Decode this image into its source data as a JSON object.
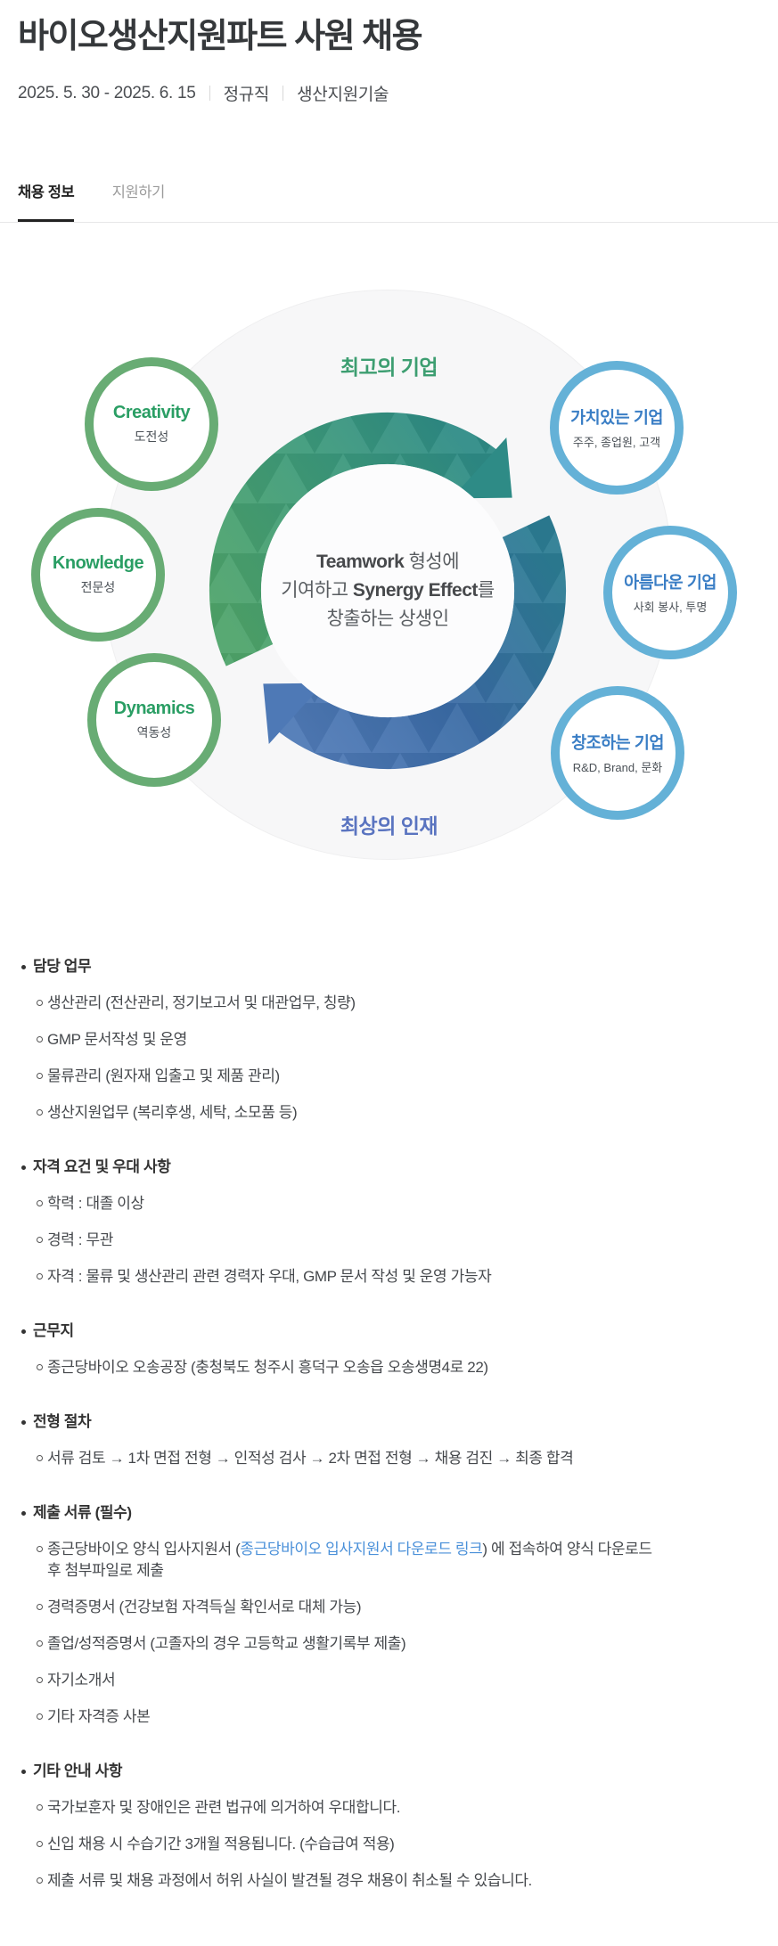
{
  "header": {
    "title": "바이오생산지원파트 사원 채용",
    "date_range": "2025. 5. 30 - 2025. 6. 15",
    "employment_type": "정규직",
    "job_category": "생산지원기술"
  },
  "tabs": [
    {
      "label": "채용 정보",
      "active": true
    },
    {
      "label": "지원하기",
      "active": false
    }
  ],
  "diagram": {
    "top_label": "최고의 기업",
    "bottom_label": "최상의 인재",
    "center": {
      "line1_bold": "Teamwork",
      "line1_rest": " 형성에",
      "line2_pre": "기여하고 ",
      "line2_bold": "Synergy Effect",
      "line2_post": "를",
      "line3": "창출하는 상생인"
    },
    "left_circles": [
      {
        "title": "Creativity",
        "subtitle": "도전성"
      },
      {
        "title": "Knowledge",
        "subtitle": "전문성"
      },
      {
        "title": "Dynamics",
        "subtitle": "역동성"
      }
    ],
    "right_circles": [
      {
        "title": "가치있는 기업",
        "subtitle": "주주, 종업원, 고객"
      },
      {
        "title": "아름다운 기업",
        "subtitle": "사회 봉사, 투명"
      },
      {
        "title": "창조하는 기업",
        "subtitle": "R&D, Brand, 문화"
      }
    ],
    "colors": {
      "green_ring": "#68ac74",
      "green_text": "#2a9e64",
      "blue_ring": "#64b1d7",
      "blue_text": "#3a7ec5",
      "top_label": "#3d9e71",
      "bottom_label": "#5a74c0",
      "arrow_green": "#4ea46a",
      "arrow_teal": "#2e8b86",
      "arrow_blue": "#4e79b6"
    }
  },
  "sections": [
    {
      "heading": "담당 업무",
      "items": [
        {
          "text": "생산관리 (전산관리, 정기보고서 및 대관업무, 칭량)"
        },
        {
          "text": "GMP 문서작성 및 운영"
        },
        {
          "text": "물류관리 (원자재 입출고 및 제품 관리)"
        },
        {
          "text": "생산지원업무 (복리후생, 세탁, 소모품 등)"
        }
      ]
    },
    {
      "heading": "자격 요건 및 우대 사항",
      "items": [
        {
          "text": "학력 : 대졸 이상"
        },
        {
          "text": "경력 : 무관"
        },
        {
          "text": "자격 : 물류 및 생산관리 관련 경력자 우대, GMP 문서 작성 및 운영 가능자"
        }
      ]
    },
    {
      "heading": "근무지",
      "items": [
        {
          "text": "종근당바이오 오송공장 (충청북도 청주시 흥덕구 오송읍 오송생명4로 22)"
        }
      ]
    },
    {
      "heading": "전형 절차",
      "items": [
        {
          "text": "서류 검토 → 1차 면접 전형 → 인적성 검사 → 2차 면접 전형 → 채용 검진 → 최종 합격"
        }
      ]
    },
    {
      "heading": "제출 서류 (필수)",
      "items": [
        {
          "pre": "종근당바이오 양식 입사지원서 (",
          "link": "종근당바이오 입사지원서 다운로드 링크",
          "post": ") 에 접속하여 양식 다운로드 후 첨부파일로 제출"
        },
        {
          "text": "경력증명서 (건강보험 자격득실 확인서로 대체 가능)"
        },
        {
          "text": "졸업/성적증명서 (고졸자의 경우 고등학교 생활기록부 제출)"
        },
        {
          "text": "자기소개서"
        },
        {
          "text": "기타 자격증 사본"
        }
      ]
    },
    {
      "heading": "기타 안내 사항",
      "items": [
        {
          "text": "국가보훈자 및 장애인은 관련 법규에 의거하여 우대합니다."
        },
        {
          "text": "신입 채용 시 수습기간 3개월 적용됩니다. (수습급여 적용)"
        },
        {
          "text": "제출 서류 및 채용 과정에서 허위 사실이 발견될 경우 채용이 취소될 수 있습니다."
        }
      ]
    }
  ]
}
